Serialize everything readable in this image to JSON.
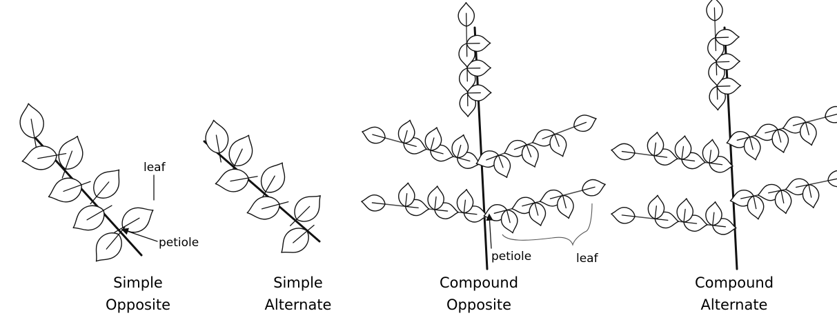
{
  "diagrams": [
    {
      "id": "simple-opposite",
      "caption": [
        "Simple",
        "Opposite"
      ]
    },
    {
      "id": "simple-alternate",
      "caption": [
        "Simple",
        "Alternate"
      ]
    },
    {
      "id": "compound-opposite",
      "caption": [
        "Compound",
        "Opposite"
      ]
    },
    {
      "id": "compound-alternate",
      "caption": [
        "Compound",
        "Alternate"
      ]
    }
  ],
  "annotations": {
    "leaf_simple": "leaf",
    "petiole_simple": "petiole",
    "petiole_compound": "petiole",
    "leaf_compound": "leaf"
  }
}
